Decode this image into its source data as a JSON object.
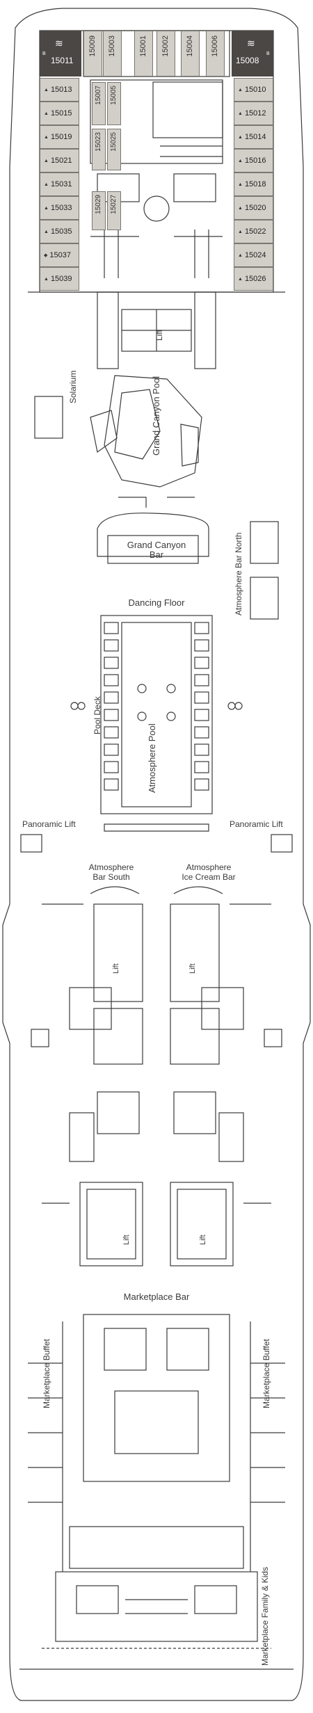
{
  "cabins": {
    "top_row": [
      "15009",
      "15003",
      "15001",
      "15002",
      "15004",
      "15006"
    ],
    "left_suite": "15011",
    "right_suite": "15008",
    "left_column": [
      "15013",
      "15015",
      "15019",
      "15021",
      "15031",
      "15033",
      "15035",
      "15037",
      "15039"
    ],
    "right_column": [
      "15010",
      "15012",
      "15014",
      "15016",
      "15018",
      "15020",
      "15022",
      "15024",
      "15026"
    ],
    "inner_upper": [
      "15023",
      "15007",
      "15025",
      "15005"
    ],
    "inner_lower": [
      "15029",
      "15027"
    ]
  },
  "suite_badge": "B",
  "labels": {
    "lift_top": "Lift",
    "solarium": "Solarium",
    "grand_canyon_pool": "Grand Canyon Pool",
    "grand_canyon_bar_line1": "Grand Canyon",
    "grand_canyon_bar_line2": "Bar",
    "atmosphere_bar_north": "Atmosphere Bar North",
    "dancing_floor": "Dancing Floor",
    "pool_deck": "Pool Deck",
    "atmosphere_pool": "Atmosphere Pool",
    "panoramic_lift_left": "Panoramic Lift",
    "panoramic_lift_right": "Panoramic Lift",
    "atmosphere_bar_south_line1": "Atmosphere",
    "atmosphere_bar_south_line2": "Bar South",
    "ice_cream_bar_line1": "Atmosphere",
    "ice_cream_bar_line2": "Ice Cream Bar",
    "lift_left": "Lift",
    "lift_right": "Lift",
    "lift_lower_left": "Lift",
    "lift_lower_right": "Lift",
    "marketplace_bar": "Marketplace Bar",
    "marketplace_buffet_left": "Marketplace Buffet",
    "marketplace_buffet_right": "Marketplace Buffet",
    "marketplace_family_kids": "Marketplace Family & Kids"
  },
  "colors": {
    "cabin_fill": "#d2cfc9",
    "suite_fill": "#4a4744",
    "line": "#3a3a3a"
  }
}
